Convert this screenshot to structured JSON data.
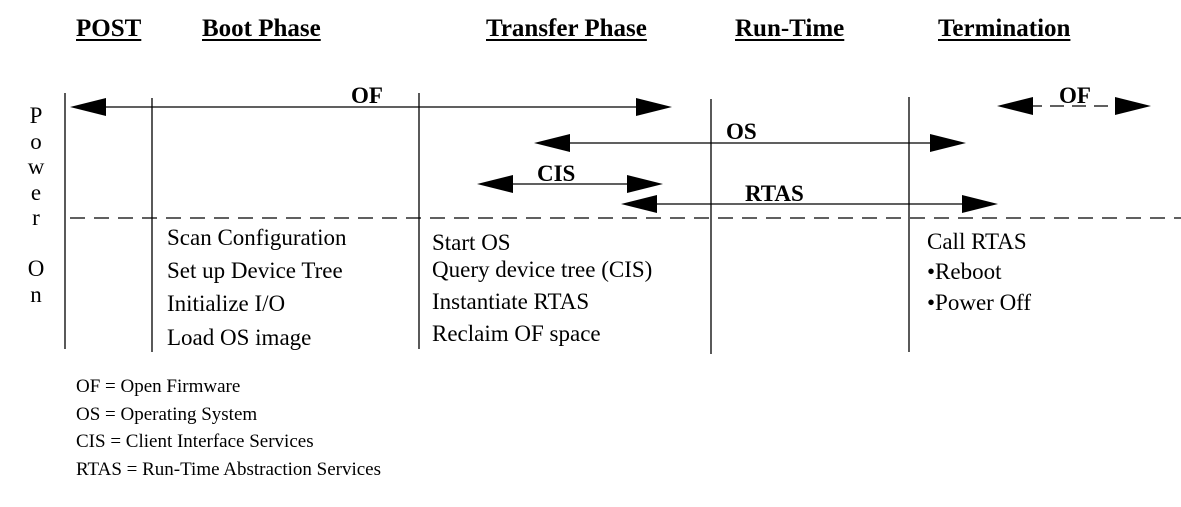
{
  "headers": {
    "post": "POST",
    "boot": "Boot Phase",
    "transfer": "Transfer Phase",
    "runtime": "Run-Time",
    "termination": "Termination"
  },
  "power_on": {
    "chars": [
      "P",
      "o",
      "w",
      "e",
      "r",
      "",
      "O",
      "n"
    ]
  },
  "arrows": {
    "of_main": "OF",
    "os": "OS",
    "cis": "CIS",
    "rtas": "RTAS",
    "of_term": "OF"
  },
  "boot_steps": [
    "Scan Configuration",
    "Set up Device Tree",
    "Initialize I/O",
    "Load OS image"
  ],
  "transfer_steps": [
    "Start OS",
    "Query device tree (CIS)",
    "Instantiate RTAS",
    "Reclaim OF space"
  ],
  "termination_steps": [
    "Call RTAS",
    "•Reboot",
    "•Power Off"
  ],
  "legend": [
    "OF = Open Firmware",
    "OS = Operating System",
    "CIS = Client Interface Services",
    "RTAS = Run-Time Abstraction Services"
  ]
}
